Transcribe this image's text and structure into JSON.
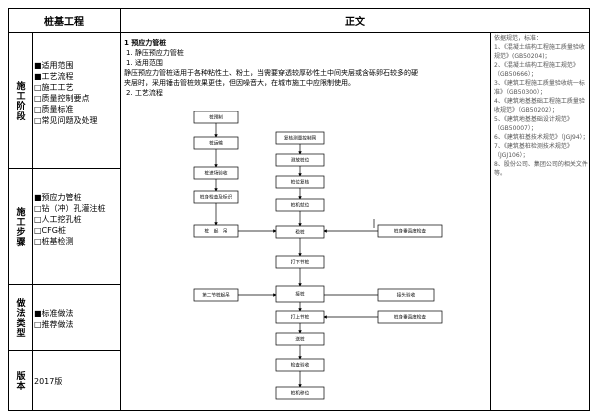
{
  "header": {
    "left": "桩基工程",
    "right": "正文"
  },
  "stages": [
    {
      "label": "施工阶段",
      "items": [
        "■适用范围",
        "■工艺流程",
        "□施工工艺",
        "□质量控制要点",
        "□质量标准",
        "□常见问题及处理"
      ]
    },
    {
      "label": "施工步骤",
      "items": [
        "■预应力管桩",
        "□钻（冲）孔灌注桩",
        "□人工挖孔桩",
        "□CFG桩",
        "□桩基检测"
      ]
    },
    {
      "label": "做法类型",
      "items": [
        "■标准做法",
        "□推荐做法"
      ]
    },
    {
      "label": "版本",
      "items": [
        "2017版"
      ]
    }
  ],
  "main": {
    "h1": "1    预应力管桩",
    "h1_1": "1.    静压预应力管桩",
    "h1_1_1": "1.    适用范围",
    "para1": "静压预应力管桩适用于各种粘性土、粉土，当需要穿透较厚砂性土中间夹层或含砾卵石较多的硬",
    "para2": "夹层时，采用锤击管桩效果更佳，但因噪音大，在城市施工中应限制使用。",
    "h2": "2.    工艺流程"
  },
  "flow": {
    "left": [
      "桩预制",
      "桩运输",
      "桩进场验收",
      "桩身检查及标识",
      "桩　起　吊",
      "第二节桩起吊"
    ],
    "center": [
      "复核测量控制网",
      "测放桩位",
      "桩位复核",
      "桩机就位",
      "稳桩",
      "打下节桩",
      "接桩",
      "打上节桩",
      "送桩",
      "检查验收",
      "桩机移位"
    ],
    "right": [
      "桩身垂直度检查",
      "接头验收",
      "桩身垂直度检查"
    ]
  },
  "refs": {
    "title": "依据规范，标准：",
    "items": [
      "1、《混凝土结构工程施工质量验收规范》(GB50204)；",
      "2、《混凝土结构工程施工规范》（GB50666）；",
      "3、《建筑工程施工质量验收统一标准》（GB50300）；",
      "4、《建筑地基基础工程施工质量验收规范》（GB50202）；",
      "5、《建筑地基基础设计规范》（GB50007）；",
      "6、《建筑桩基技术规范》（JGJ94）；",
      "7、《建筑基桩检测技术规范》（JGJ106）；",
      "8、股份公司、集团公司的相关文件等。"
    ]
  }
}
